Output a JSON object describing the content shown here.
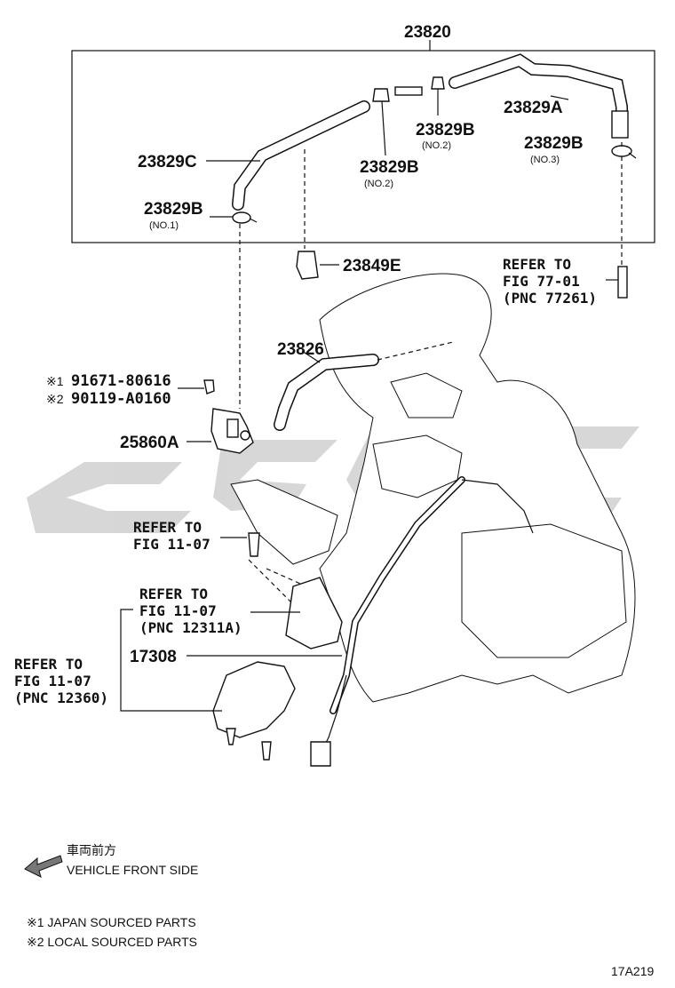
{
  "labels": {
    "assy": "23820",
    "hose_a": "23829A",
    "clip_no2_top": "23829B",
    "clip_no2_top_sub": "(NO.2)",
    "clip_no3": "23829B",
    "clip_no3_sub": "(NO.3)",
    "hose_c": "23829C",
    "clip_no2_mid": "23829B",
    "clip_no2_mid_sub": "(NO.2)",
    "clip_no1": "23829B",
    "clip_no1_sub": "(NO.1)",
    "clamp": "23849E",
    "hose_26": "23826",
    "valve": "25860A",
    "engine_mount": "17308"
  },
  "refs": {
    "fig77_line1": "REFER TO",
    "fig77_line2": "FIG 77-01",
    "fig77_line3": "(PNC 77261)",
    "fig11_a_line1": "REFER TO",
    "fig11_a_line2": "FIG 11-07",
    "fig11_b_line1": "REFER TO",
    "fig11_b_line2": "FIG 11-07",
    "fig11_b_line3": "(PNC 12311A)",
    "fig11_c_line1": "REFER TO",
    "fig11_c_line2": "FIG 11-07",
    "fig11_c_line3": "(PNC 12360)"
  },
  "bolts": {
    "mark1": "※1",
    "bolt1": "91671-80616",
    "mark2": "※2",
    "bolt2": "90119-A0160"
  },
  "legend": {
    "front_jp": "車両前方",
    "front_en": "VEHICLE FRONT SIDE",
    "note1": "※1 JAPAN SOURCED PARTS",
    "note2": "※2 LOCAL SOURCED PARTS"
  },
  "figure_id": "17A219",
  "watermark_color": "#d0d0d0"
}
